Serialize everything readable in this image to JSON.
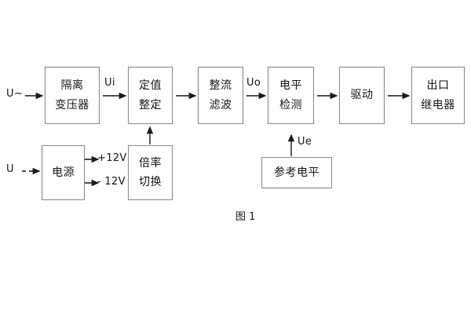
{
  "figure": {
    "caption": "图 1",
    "border_color": "#8a8a8a",
    "line_color": "#1a1a1a",
    "background": "#ffffff"
  },
  "blocks": [
    {
      "id": "isolation-transformer",
      "line1": "隔离",
      "line2": "变压器"
    },
    {
      "id": "setpoint-adjust",
      "line1": "定值",
      "line2": "整定"
    },
    {
      "id": "rectify-filter",
      "line1": "整流",
      "line2": "滤波"
    },
    {
      "id": "level-detect",
      "line1": "电平",
      "line2": "检测"
    },
    {
      "id": "drive",
      "line1": "驱动",
      "line2": ""
    },
    {
      "id": "output-relay",
      "line1": "出口",
      "line2": "继电器"
    },
    {
      "id": "power-supply",
      "line1": "电源",
      "line2": ""
    },
    {
      "id": "multiplier-switch",
      "line1": "倍率",
      "line2": "切换"
    },
    {
      "id": "reference-level",
      "line1": "参考电平",
      "line2": ""
    }
  ],
  "signals": {
    "ac_input": "U~",
    "dc_input": "U",
    "ui": "Ui",
    "uo": "Uo",
    "ue": "Ue",
    "plus_12v": "+12V",
    "minus_12v": "- 12V"
  }
}
